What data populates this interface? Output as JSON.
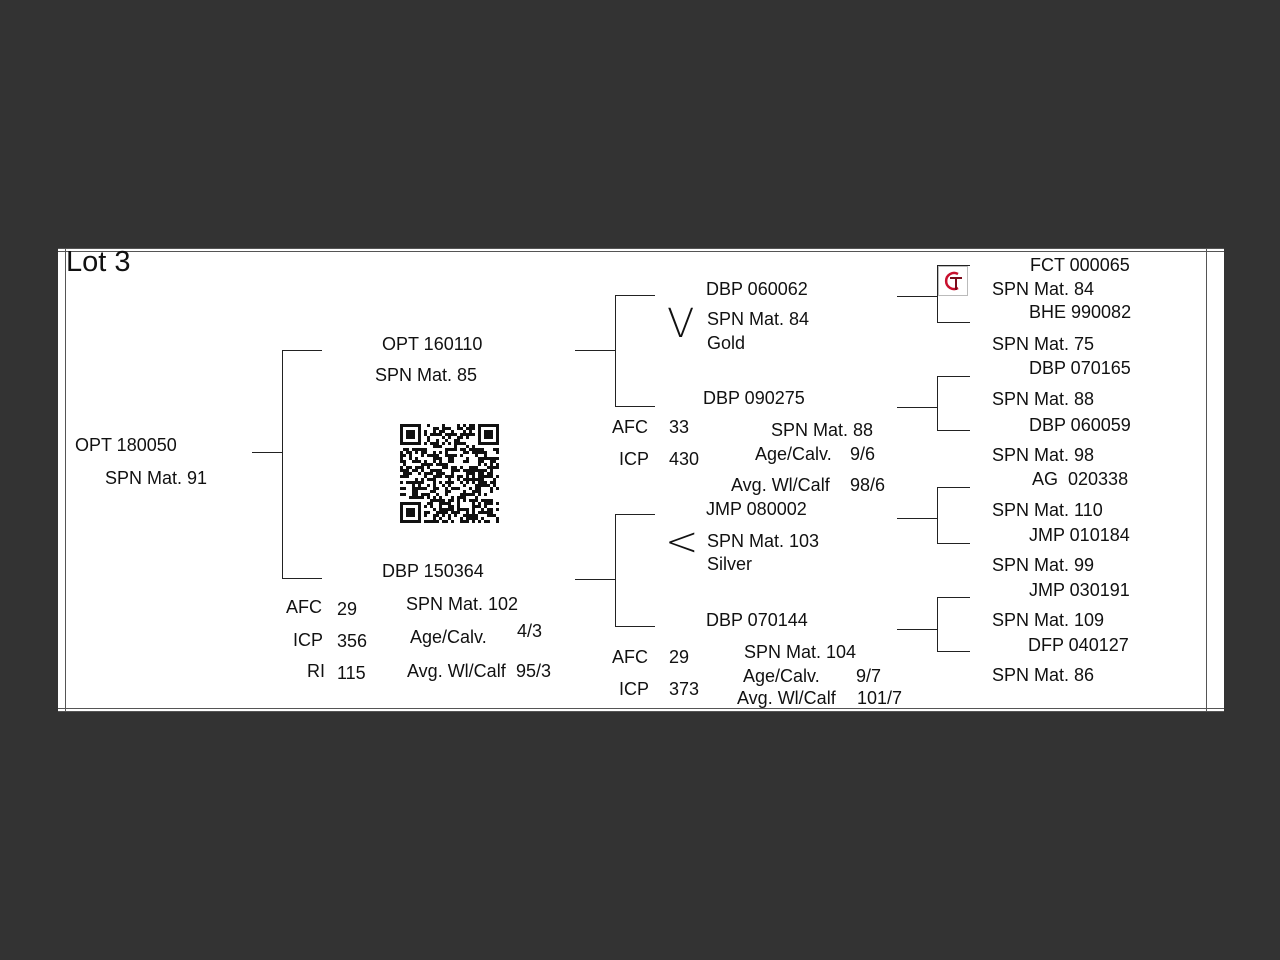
{
  "lot": "Lot 3",
  "animal": {
    "id": "OPT 180050",
    "spn": "SPN Mat. 91"
  },
  "sire": {
    "id": "OPT 160110",
    "spn": "SPN Mat. 85"
  },
  "dam": {
    "id": "DBP 150364",
    "spn": "SPN Mat. 102",
    "afc_label": "AFC",
    "afc": "29",
    "icp_label": "ICP",
    "icp": "356",
    "ri_label": "RI",
    "ri": "115",
    "age_label": "Age/Calv.",
    "age": "4/3",
    "wt_label": "Avg. Wl/Calf",
    "wt": "95/3"
  },
  "sire_sire": {
    "id": "DBP 060062",
    "spn": "SPN Mat. 84",
    "medal": "Gold"
  },
  "sire_dam": {
    "id": "DBP 090275",
    "spn": "SPN Mat. 88",
    "afc_label": "AFC",
    "afc": "33",
    "icp_label": "ICP",
    "icp": "430",
    "age_label": "Age/Calv.",
    "age": "9/6",
    "wt_label": "Avg. Wl/Calf",
    "wt": "98/6"
  },
  "dam_sire": {
    "id": "JMP 080002",
    "spn": "SPN Mat. 103",
    "medal": "Silver"
  },
  "dam_dam": {
    "id": "DBP 070144",
    "spn": "SPN Mat. 104",
    "afc_label": "AFC",
    "afc": "29",
    "icp_label": "ICP",
    "icp": "373",
    "age_label": "Age/Calv.",
    "age": "9/7",
    "wt_label": "Avg. Wl/Calf",
    "wt": "101/7"
  },
  "ancestors": [
    {
      "id": "FCT 000065",
      "spn": "SPN Mat. 84"
    },
    {
      "id": "BHE 990082",
      "spn": "SPN Mat. 75"
    },
    {
      "id": "DBP 070165",
      "spn": "SPN Mat. 88"
    },
    {
      "id": "DBP 060059",
      "spn": "SPN Mat. 98"
    },
    {
      "id": "AG  020338",
      "spn": "SPN Mat. 110"
    },
    {
      "id": "JMP 010184",
      "spn": "SPN Mat. 99"
    },
    {
      "id": "JMP 030191",
      "spn": "SPN Mat. 109"
    },
    {
      "id": "DFP 040127",
      "spn": "SPN Mat. 86"
    }
  ],
  "marks": {
    "sire_sire": "V",
    "dam_sire": "<"
  },
  "logo_text": "CT",
  "colors": {
    "background": "#333333",
    "paper": "#ffffff",
    "logo": "#c8102e"
  }
}
